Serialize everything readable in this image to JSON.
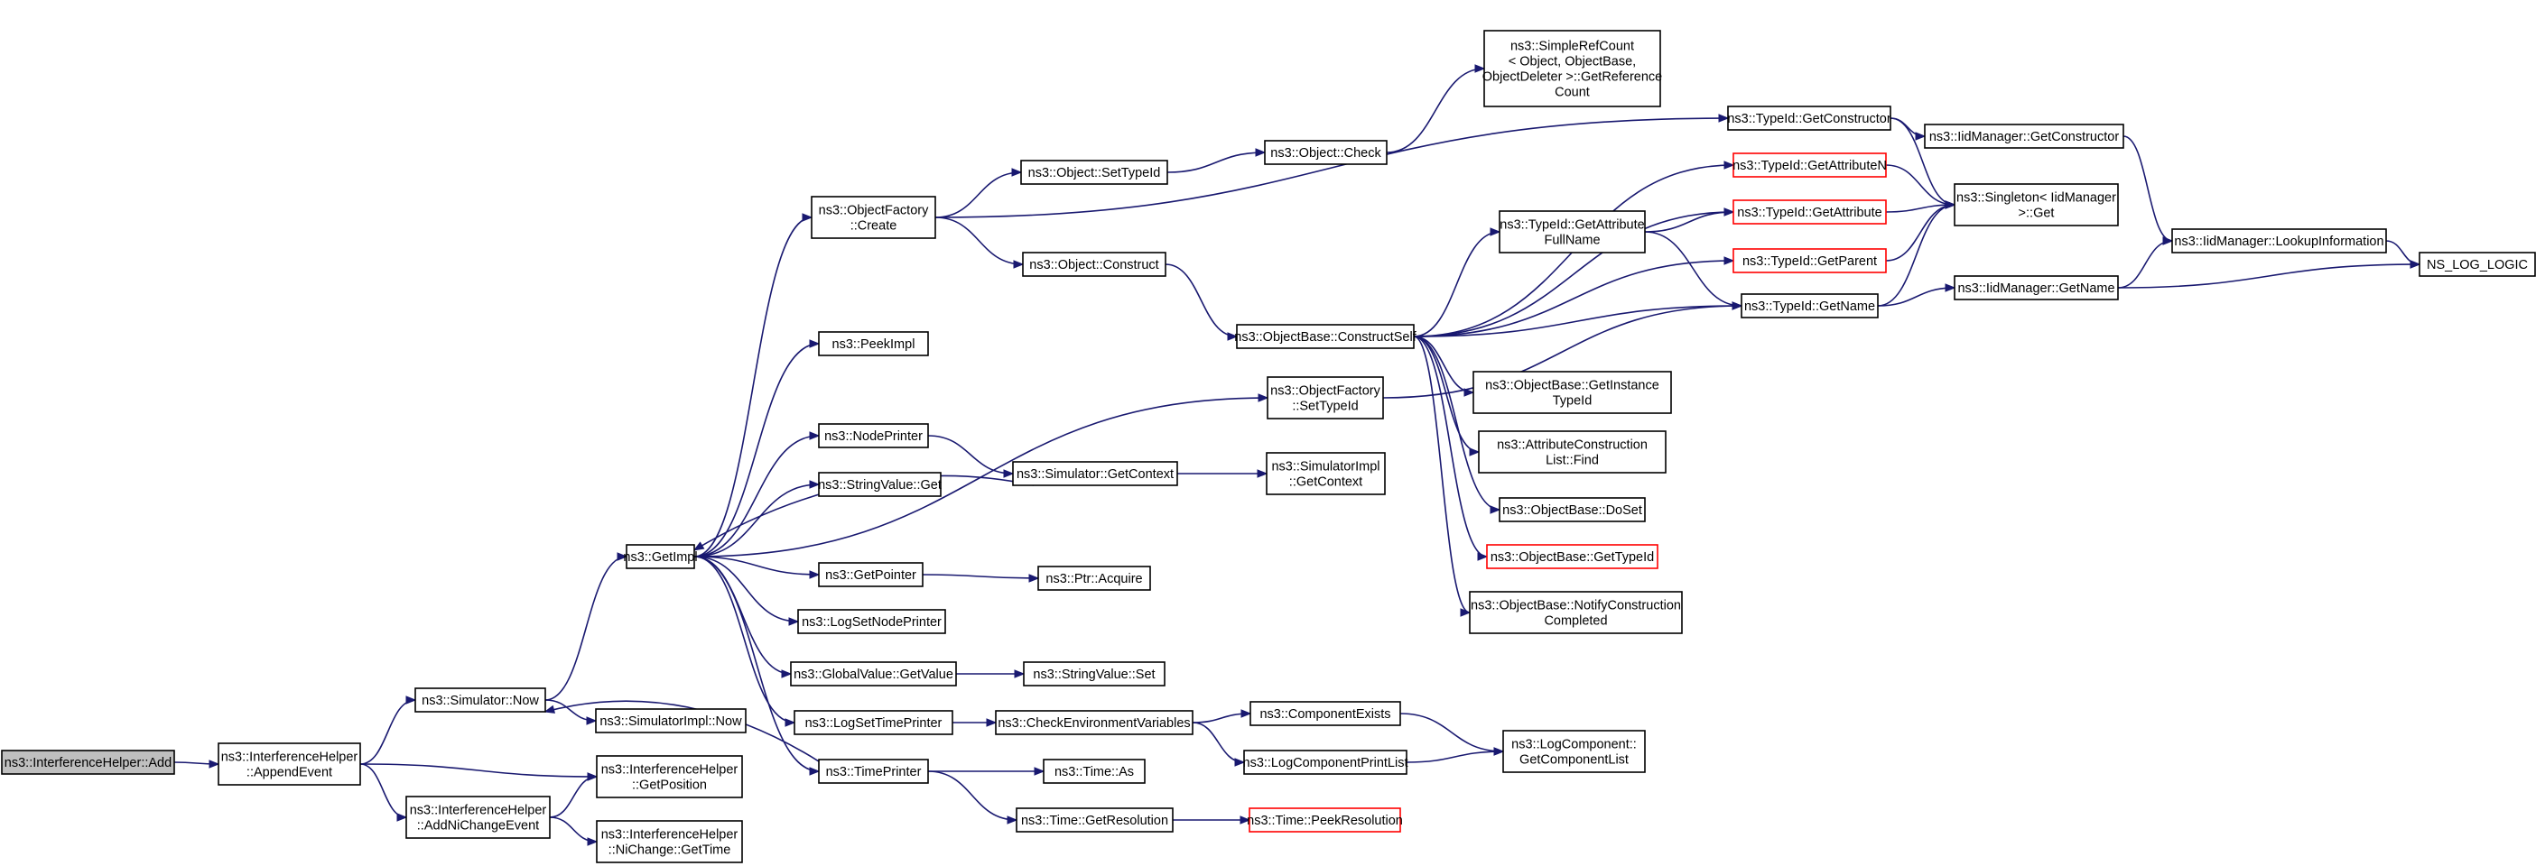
{
  "diagram": {
    "type": "call-graph",
    "colors": {
      "edge": "#191970",
      "root_fill": "#bfbfbf",
      "border": "#000000",
      "undocumented_border": "#ff0000"
    },
    "nodes": [
      {
        "id": "add",
        "lines": [
          "ns3::InterferenceHelper::Add"
        ],
        "style": "root"
      },
      {
        "id": "append",
        "lines": [
          "ns3::InterferenceHelper",
          "::AppendEvent"
        ]
      },
      {
        "id": "simnow",
        "lines": [
          "ns3::Simulator::Now"
        ]
      },
      {
        "id": "getpos",
        "lines": [
          "ns3::InterferenceHelper",
          "::GetPosition"
        ]
      },
      {
        "id": "addni",
        "lines": [
          "ns3::InterferenceHelper",
          "::AddNiChangeEvent"
        ]
      },
      {
        "id": "getimpl",
        "lines": [
          "ns3::GetImpl"
        ]
      },
      {
        "id": "simimplnow",
        "lines": [
          "ns3::SimulatorImpl::Now"
        ]
      },
      {
        "id": "nichange",
        "lines": [
          "ns3::InterferenceHelper",
          "::NiChange::GetTime"
        ]
      },
      {
        "id": "ofcreate",
        "lines": [
          "ns3::ObjectFactory",
          "::Create"
        ]
      },
      {
        "id": "peekimpl",
        "lines": [
          "ns3::PeekImpl"
        ]
      },
      {
        "id": "nodeprinter",
        "lines": [
          "ns3::NodePrinter"
        ]
      },
      {
        "id": "stringget",
        "lines": [
          "ns3::StringValue::Get"
        ]
      },
      {
        "id": "getpointer",
        "lines": [
          "ns3::GetPointer"
        ]
      },
      {
        "id": "logsetnode",
        "lines": [
          "ns3::LogSetNodePrinter"
        ]
      },
      {
        "id": "gvgetvalue",
        "lines": [
          "ns3::GlobalValue::GetValue"
        ]
      },
      {
        "id": "logsettime",
        "lines": [
          "ns3::LogSetTimePrinter"
        ]
      },
      {
        "id": "timeprinter",
        "lines": [
          "ns3::TimePrinter"
        ]
      },
      {
        "id": "objsettypeid",
        "lines": [
          "ns3::Object::SetTypeId"
        ]
      },
      {
        "id": "objconstruct",
        "lines": [
          "ns3::Object::Construct"
        ]
      },
      {
        "id": "simgetcontext",
        "lines": [
          "ns3::Simulator::GetContext"
        ]
      },
      {
        "id": "ptracquire",
        "lines": [
          "ns3::Ptr::Acquire"
        ]
      },
      {
        "id": "stringset",
        "lines": [
          "ns3::StringValue::Set"
        ]
      },
      {
        "id": "checkenv",
        "lines": [
          "ns3::CheckEnvironmentVariables"
        ]
      },
      {
        "id": "timeas",
        "lines": [
          "ns3::Time::As"
        ]
      },
      {
        "id": "timegetres",
        "lines": [
          "ns3::Time::GetResolution"
        ]
      },
      {
        "id": "objcheck",
        "lines": [
          "ns3::Object::Check"
        ]
      },
      {
        "id": "obconstructself",
        "lines": [
          "ns3::ObjectBase::ConstructSelf"
        ]
      },
      {
        "id": "ofsettypeid",
        "lines": [
          "ns3::ObjectFactory",
          "::SetTypeId"
        ]
      },
      {
        "id": "simimplgetctx",
        "lines": [
          "ns3::SimulatorImpl",
          "::GetContext"
        ]
      },
      {
        "id": "compexists",
        "lines": [
          "ns3::ComponentExists"
        ]
      },
      {
        "id": "logcompprint",
        "lines": [
          "ns3::LogComponentPrintList"
        ]
      },
      {
        "id": "timepeekres",
        "lines": [
          "ns3::Time::PeekResolution"
        ],
        "style": "red"
      },
      {
        "id": "simplerefcount",
        "lines": [
          "ns3::SimpleRefCount",
          "< Object, ObjectBase,",
          "ObjectDeleter >::GetReference",
          "Count"
        ]
      },
      {
        "id": "tidgetattrfull",
        "lines": [
          "ns3::TypeId::GetAttribute",
          "FullName"
        ]
      },
      {
        "id": "obgetinst",
        "lines": [
          "ns3::ObjectBase::GetInstance",
          "TypeId"
        ]
      },
      {
        "id": "attrconstr",
        "lines": [
          "ns3::AttributeConstruction",
          "List::Find"
        ]
      },
      {
        "id": "obdoset",
        "lines": [
          "ns3::ObjectBase::DoSet"
        ]
      },
      {
        "id": "obgettypeid",
        "lines": [
          "ns3::ObjectBase::GetTypeId"
        ],
        "style": "red"
      },
      {
        "id": "obnotify",
        "lines": [
          "ns3::ObjectBase::NotifyConstruction",
          "Completed"
        ]
      },
      {
        "id": "logcompget",
        "lines": [
          "ns3::LogComponent::",
          "GetComponentList"
        ]
      },
      {
        "id": "tidgetctor",
        "lines": [
          "ns3::TypeId::GetConstructor"
        ]
      },
      {
        "id": "tidgetattrn",
        "lines": [
          "ns3::TypeId::GetAttributeN"
        ],
        "style": "red"
      },
      {
        "id": "tidgetattr",
        "lines": [
          "ns3::TypeId::GetAttribute"
        ],
        "style": "red"
      },
      {
        "id": "tidgetparent",
        "lines": [
          "ns3::TypeId::GetParent"
        ],
        "style": "red"
      },
      {
        "id": "tidgetname",
        "lines": [
          "ns3::TypeId::GetName"
        ]
      },
      {
        "id": "iidgetctor",
        "lines": [
          "ns3::IidManager::GetConstructor"
        ]
      },
      {
        "id": "singleton",
        "lines": [
          "ns3::Singleton< IidManager",
          ">::Get"
        ]
      },
      {
        "id": "iidgetname",
        "lines": [
          "ns3::IidManager::GetName"
        ]
      },
      {
        "id": "iidlookup",
        "lines": [
          "ns3::IidManager::LookupInformation"
        ]
      },
      {
        "id": "nslog",
        "lines": [
          "NS_LOG_LOGIC"
        ]
      }
    ],
    "edges": [
      [
        "add",
        "append"
      ],
      [
        "append",
        "simnow"
      ],
      [
        "append",
        "getpos"
      ],
      [
        "append",
        "addni"
      ],
      [
        "simnow",
        "getimpl"
      ],
      [
        "simnow",
        "simimplnow"
      ],
      [
        "addni",
        "getpos"
      ],
      [
        "addni",
        "nichange"
      ],
      [
        "getimpl",
        "ofcreate"
      ],
      [
        "getimpl",
        "peekimpl"
      ],
      [
        "getimpl",
        "ofsettypeid"
      ],
      [
        "getimpl",
        "nodeprinter"
      ],
      [
        "getimpl",
        "stringget"
      ],
      [
        "getimpl",
        "getpointer"
      ],
      [
        "getimpl",
        "logsetnode"
      ],
      [
        "getimpl",
        "gvgetvalue"
      ],
      [
        "getimpl",
        "logsettime"
      ],
      [
        "getimpl",
        "timeprinter"
      ],
      [
        "ofcreate",
        "objsettypeid"
      ],
      [
        "ofcreate",
        "objconstruct"
      ],
      [
        "ofcreate",
        "tidgetctor"
      ],
      [
        "objsettypeid",
        "objcheck"
      ],
      [
        "objcheck",
        "simplerefcount"
      ],
      [
        "objconstruct",
        "obconstructself"
      ],
      [
        "nodeprinter",
        "simgetcontext"
      ],
      [
        "simgetcontext",
        "getimpl"
      ],
      [
        "simgetcontext",
        "simimplgetctx"
      ],
      [
        "getpointer",
        "ptracquire"
      ],
      [
        "gvgetvalue",
        "stringset"
      ],
      [
        "logsettime",
        "checkenv"
      ],
      [
        "checkenv",
        "compexists"
      ],
      [
        "checkenv",
        "logcompprint"
      ],
      [
        "compexists",
        "logcompget"
      ],
      [
        "logcompprint",
        "logcompget"
      ],
      [
        "timeprinter",
        "simnow"
      ],
      [
        "timeprinter",
        "timeas"
      ],
      [
        "timeprinter",
        "timegetres"
      ],
      [
        "timegetres",
        "timepeekres"
      ],
      [
        "ofsettypeid",
        "tidgetname"
      ],
      [
        "obconstructself",
        "tidgetattrn"
      ],
      [
        "obconstructself",
        "tidgetattr"
      ],
      [
        "obconstructself",
        "tidgetattrfull"
      ],
      [
        "obconstructself",
        "tidgetparent"
      ],
      [
        "obconstructself",
        "tidgetname"
      ],
      [
        "obconstructself",
        "obgetinst"
      ],
      [
        "obconstructself",
        "attrconstr"
      ],
      [
        "obconstructself",
        "obdoset"
      ],
      [
        "obconstructself",
        "obgettypeid"
      ],
      [
        "obconstructself",
        "obnotify"
      ],
      [
        "tidgetattrfull",
        "tidgetattr"
      ],
      [
        "tidgetattrfull",
        "tidgetname"
      ],
      [
        "tidgetctor",
        "iidgetctor"
      ],
      [
        "tidgetctor",
        "singleton"
      ],
      [
        "tidgetattrn",
        "singleton"
      ],
      [
        "tidgetattr",
        "singleton"
      ],
      [
        "tidgetparent",
        "singleton"
      ],
      [
        "tidgetname",
        "singleton"
      ],
      [
        "tidgetname",
        "iidgetname"
      ],
      [
        "iidgetctor",
        "iidlookup"
      ],
      [
        "iidgetname",
        "iidlookup"
      ],
      [
        "iidgetname",
        "nslog"
      ],
      [
        "iidlookup",
        "nslog"
      ]
    ]
  }
}
